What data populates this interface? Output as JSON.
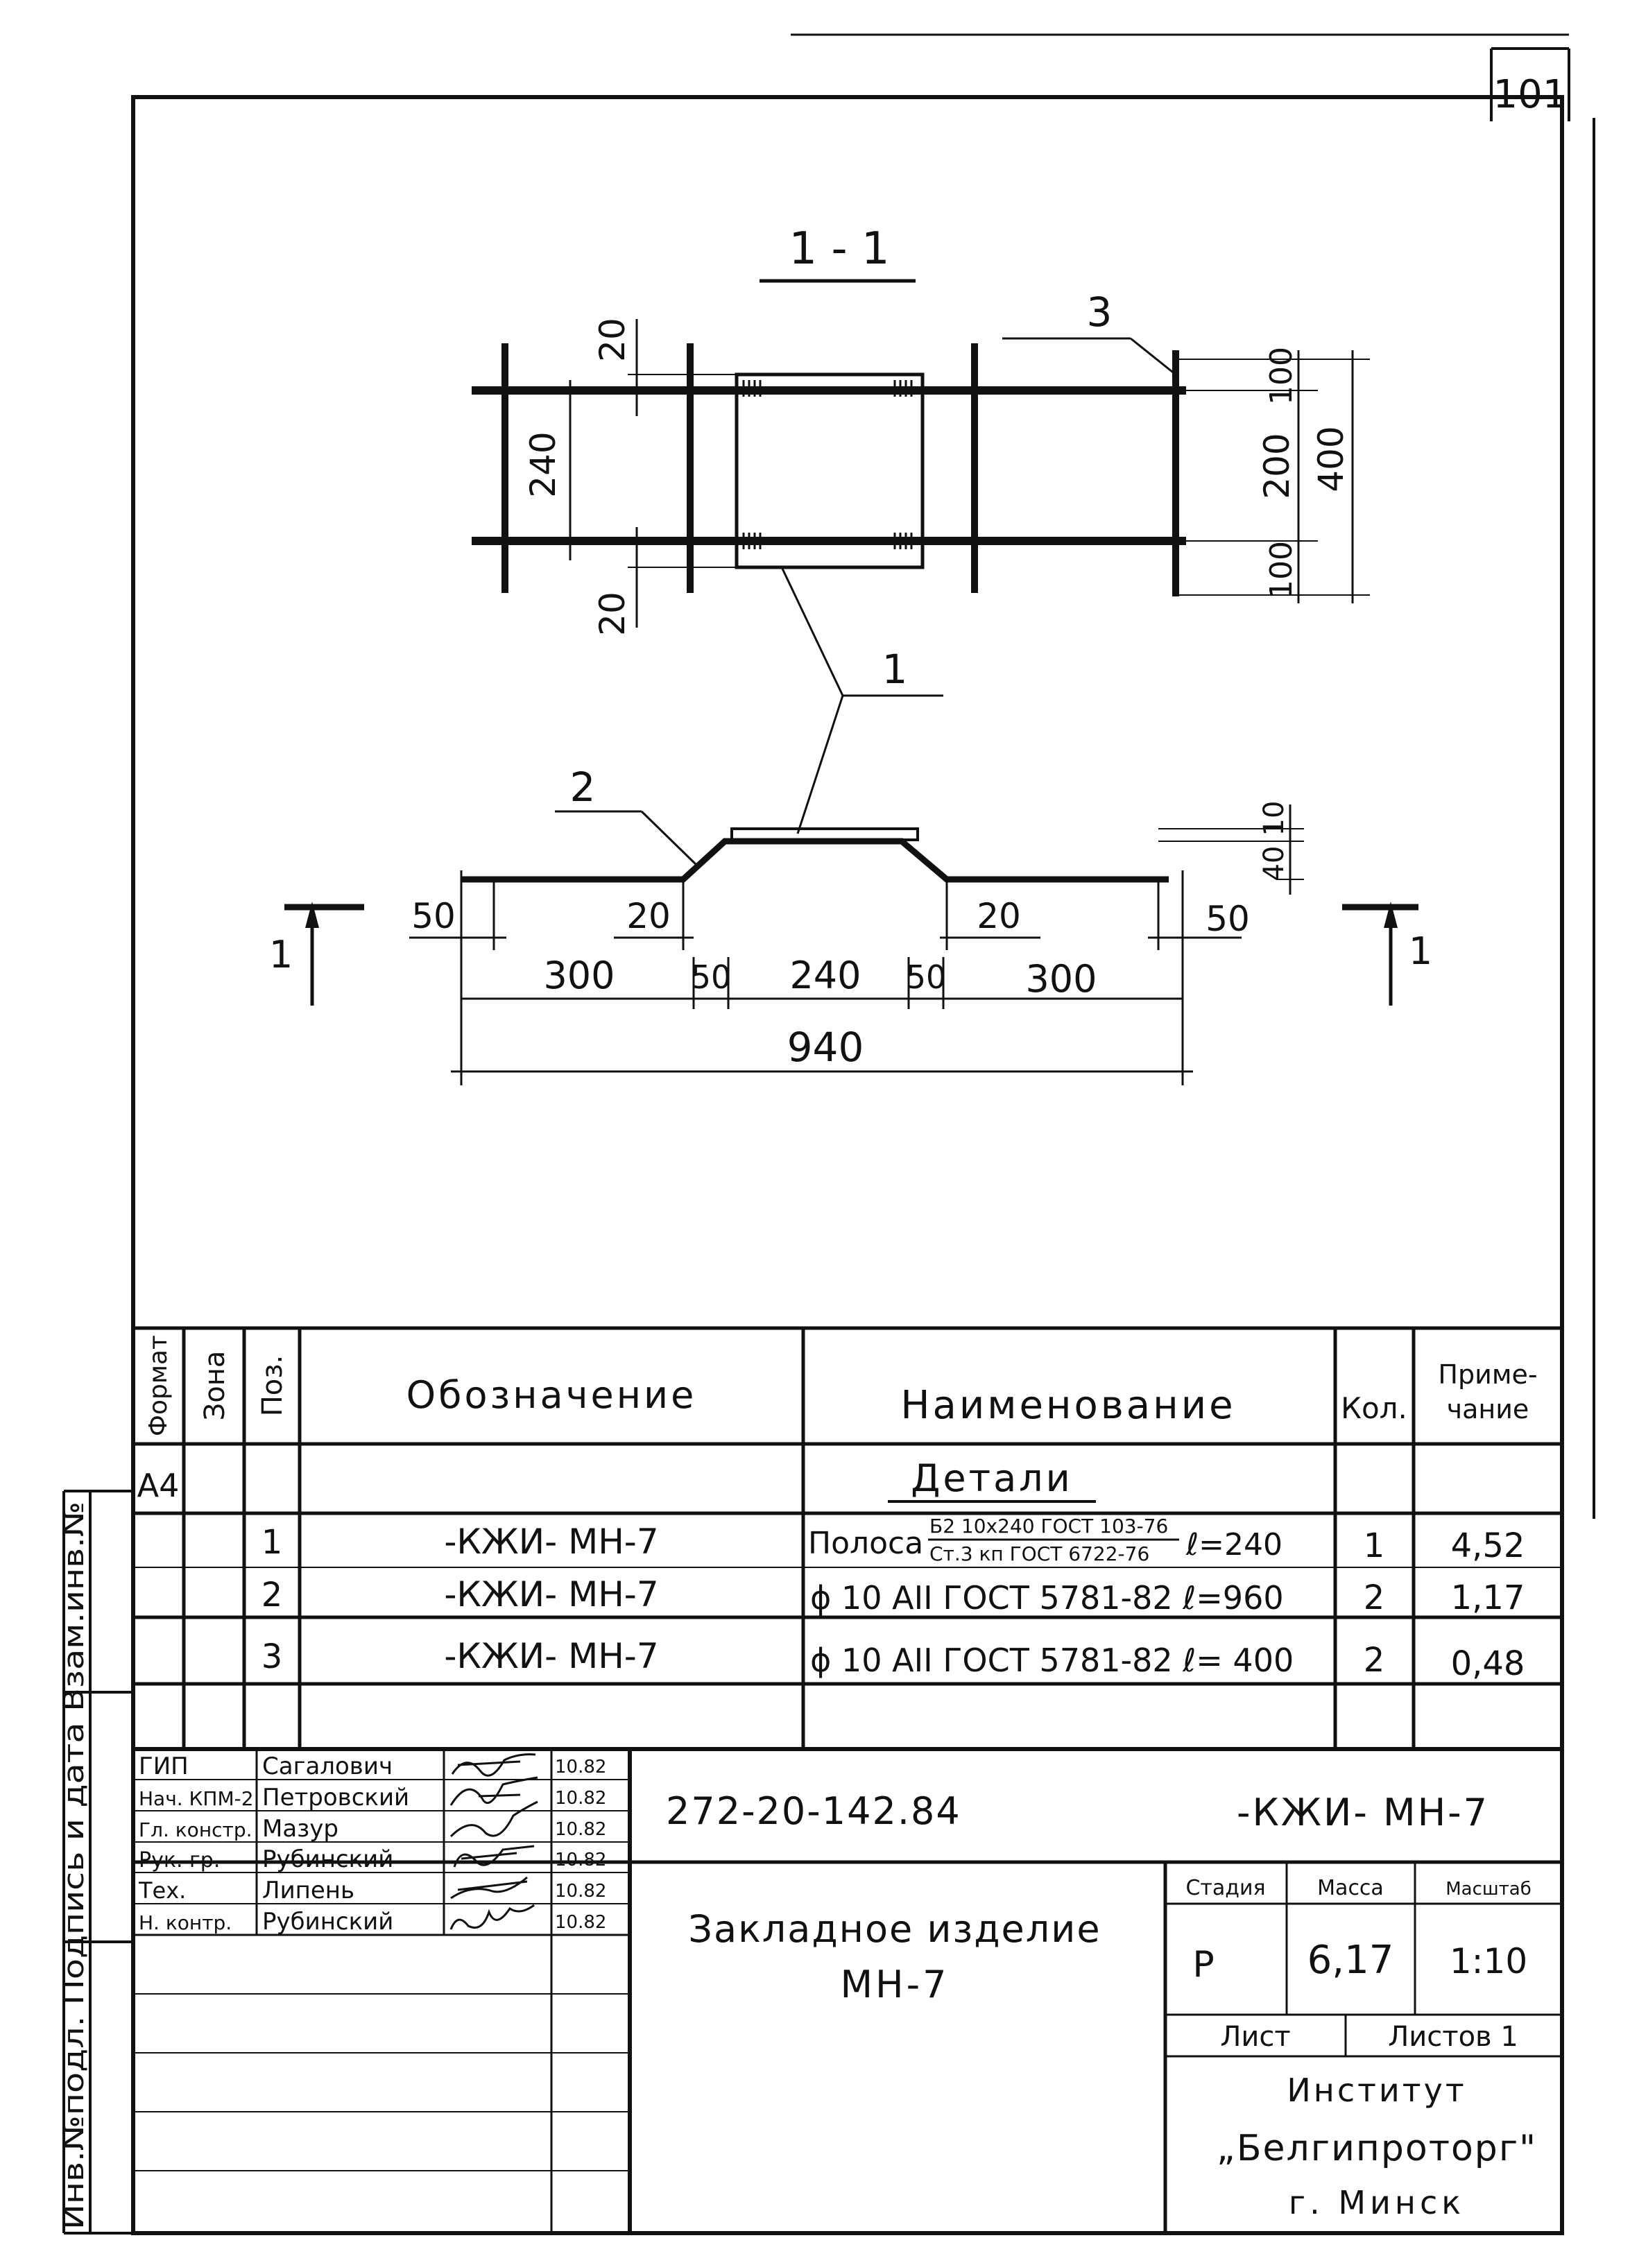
{
  "sheet_number": "101",
  "section_label": "1 - 1",
  "cut_label": "1",
  "callouts": {
    "p1": "1",
    "p2": "2",
    "p3": "3"
  },
  "plan_dims": {
    "width_240": "240",
    "gap_top": "20",
    "gap_bottom": "20",
    "right_100_top": "100",
    "right_200": "200",
    "right_100_bottom": "100",
    "right_400": "400"
  },
  "elevation_dims": {
    "h10": "10",
    "h40": "40",
    "left_50": "50",
    "left_20": "20",
    "right_20": "20",
    "right_50": "50",
    "seg_300_left": "300",
    "seg_50_left": "50",
    "seg_240": "240",
    "seg_50_right": "50",
    "seg_300_right": "300",
    "total_940": "940"
  },
  "spec_table": {
    "headers": {
      "format": "Формат",
      "zone": "Зона",
      "pos": "Поз.",
      "designation": "Обозначение",
      "name": "Наименование",
      "qty": "Кол.",
      "note_l1": "Приме-",
      "note_l2": "чание"
    },
    "format_value": "А4",
    "section_title": "Детали",
    "rows": [
      {
        "pos": "1",
        "designation": "-КЖИ- МН-7",
        "name_prefix": "Полоса",
        "frac_top": "Б2 10х240 ГОСТ 103-76",
        "frac_bottom": "Ст.3 кп ГОСТ 6722-76",
        "name_suffix": "ℓ=240",
        "qty": "1",
        "note": "4,52"
      },
      {
        "pos": "2",
        "designation": "-КЖИ- МН-7",
        "name": "ϕ 10 АII  ГОСТ 5781-82  ℓ=960",
        "qty": "2",
        "note": "1,17"
      },
      {
        "pos": "3",
        "designation": "-КЖИ- МН-7",
        "name": "ϕ 10 АII  ГОСТ 5781-82  ℓ= 400",
        "qty": "2",
        "note": "0,48"
      }
    ]
  },
  "side_stamp": "Инв.№подл.  Подпись и дата  Взам.инв.№",
  "title_block": {
    "roles": [
      {
        "role": "ГИП",
        "name": "Сагалович",
        "date": "10.82"
      },
      {
        "role": "Нач. КПМ-2",
        "name": "Петровский",
        "date": "10.82"
      },
      {
        "role": "Гл. констр.",
        "name": "Мазур",
        "date": "10.82"
      },
      {
        "role": "Рук. гр.",
        "name": "Рубинский",
        "date": "10.82"
      },
      {
        "role": "Тех.",
        "name": "Липень",
        "date": "10.82"
      },
      {
        "role": "Н. контр.",
        "name": "Рубинский",
        "date": "10.82"
      }
    ],
    "doc_number": "272-20-142.84",
    "doc_code": "-КЖИ- МН-7",
    "title_l1": "Закладное изделие",
    "title_l2": "МН-7",
    "stage_label": "Стадия",
    "mass_label": "Масса",
    "scale_label": "Масштаб",
    "stage": "Р",
    "mass": "6,17",
    "scale": "1:10",
    "sheet_label": "Лист",
    "sheets_label": "Листов 1",
    "org_l1": "Институт",
    "org_l2": "„Белгипроторг\"",
    "org_l3": "г. Минск"
  }
}
